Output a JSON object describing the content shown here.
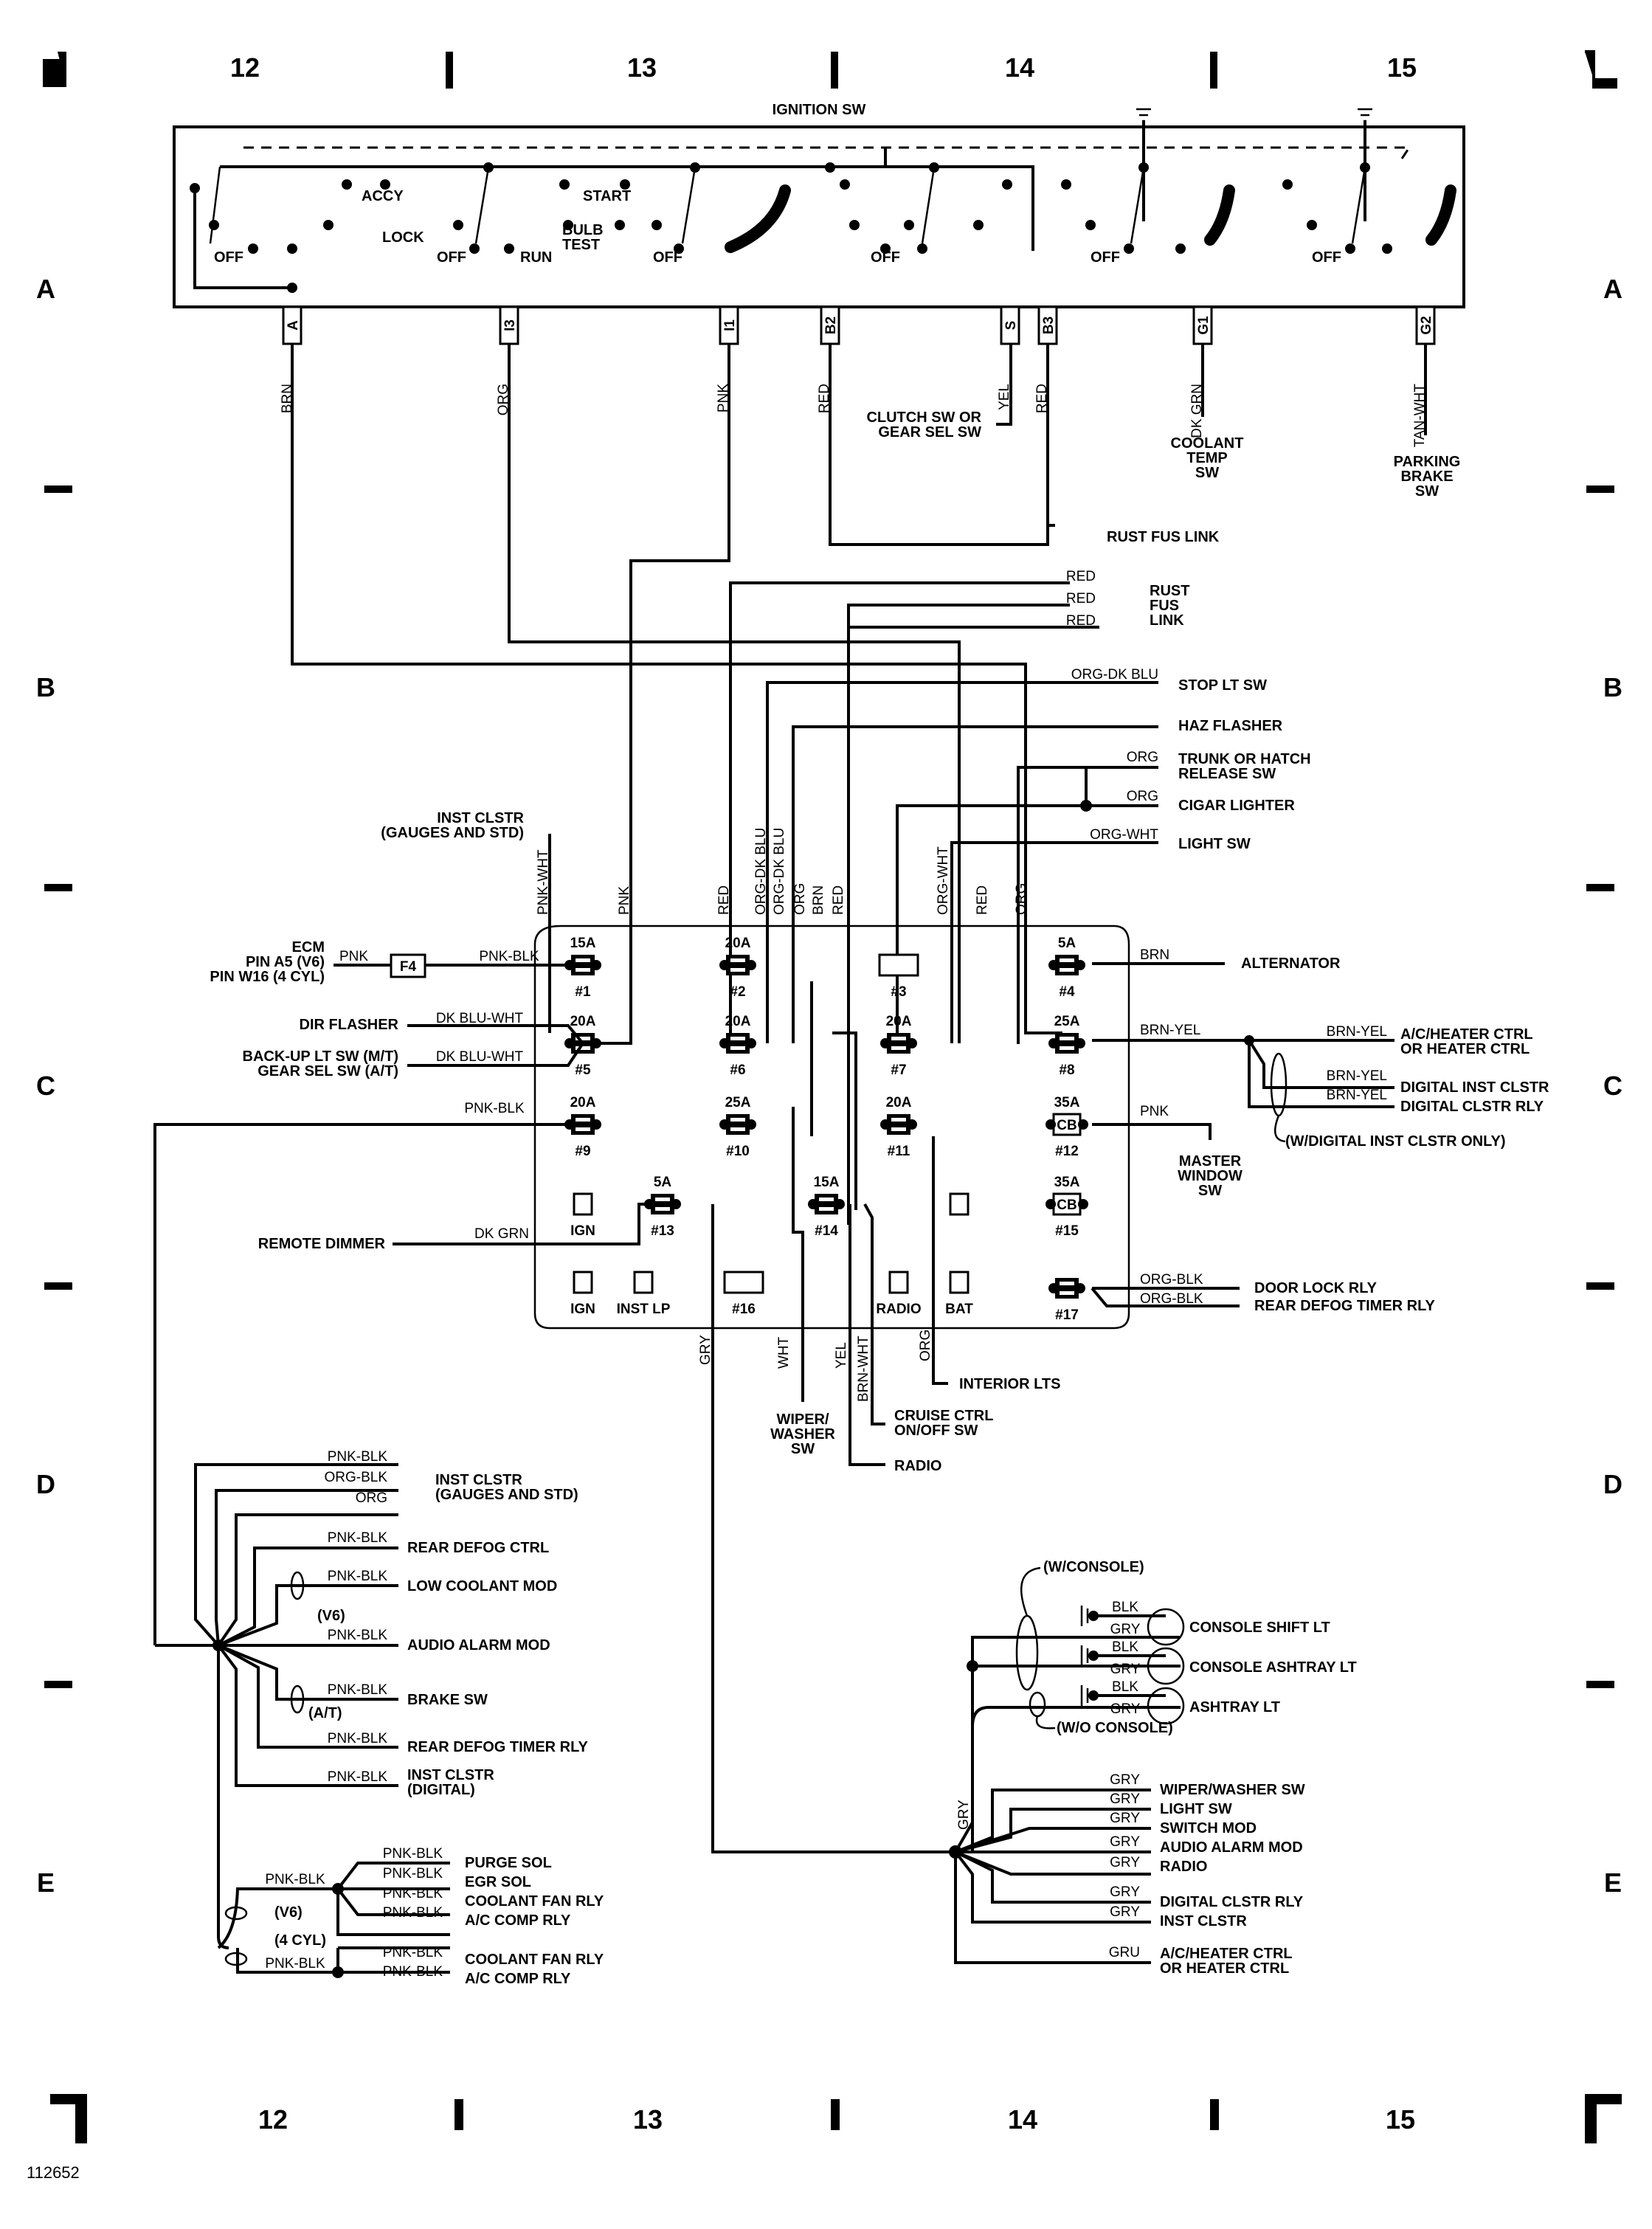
{
  "grid": {
    "columns": [
      "12",
      "13",
      "14",
      "15"
    ],
    "rows": [
      "A",
      "B",
      "C",
      "D",
      "E"
    ]
  },
  "ignition_switch": {
    "title": "IGNITION SW",
    "positions": {
      "accy": "ACCY",
      "start": "START",
      "lock": "LOCK",
      "bulb_test": "BULB TEST",
      "run": "RUN",
      "off": "OFF"
    },
    "terminals": [
      "A",
      "I3",
      "I1",
      "B2",
      "S",
      "B3",
      "G1",
      "G2"
    ],
    "wires": [
      {
        "terminal": "A",
        "color": "BRN"
      },
      {
        "terminal": "I3",
        "color": "ORG"
      },
      {
        "terminal": "I1",
        "color": "PNK"
      },
      {
        "terminal": "B2",
        "color": "RED"
      },
      {
        "terminal": "S",
        "color": "YEL",
        "to": "CLUTCH SW OR GEAR SEL SW"
      },
      {
        "terminal": "B3",
        "color": "RED"
      },
      {
        "terminal": "G1",
        "color": "DK GRN",
        "to": "COOLANT TEMP SW"
      },
      {
        "terminal": "G2",
        "color": "TAN-WHT",
        "to": "PARKING BRAKE SW"
      }
    ]
  },
  "labels": {
    "clutch_sw_1": "CLUTCH SW OR",
    "clutch_sw_2": "GEAR SEL SW",
    "coolant_temp_1": "COOLANT",
    "coolant_temp_2": "TEMP",
    "sw": "SW",
    "parking_1": "PARKING",
    "parking_2": "BRAKE",
    "rust_fus_link": "RUST FUS LINK",
    "rust": "RUST",
    "fus": "FUS",
    "link": "LINK",
    "stop_lt_sw": "STOP LT SW",
    "haz_flasher": "HAZ FLASHER",
    "trunk_1": "TRUNK OR HATCH",
    "trunk_2": "RELEASE SW",
    "cigar_lighter": "CIGAR LIGHTER",
    "light_sw": "LIGHT SW",
    "inst_clstr": "INST CLSTR",
    "gauges_std": "(GAUGES AND STD)",
    "ecm": "ECM",
    "ecm_v6": "PIN A5 (V6)",
    "ecm_4cyl": "PIN W16 (4 CYL)",
    "f4": "F4",
    "dir_flasher": "DIR FLASHER",
    "backup_1": "BACK-UP LT SW (M/T)",
    "backup_2": "GEAR SEL SW (A/T)",
    "alternator": "ALTERNATOR",
    "ac_heater_1": "A/C/HEATER CTRL",
    "ac_heater_2": "OR HEATER CTRL",
    "digital_inst_clstr": "DIGITAL INST CLSTR",
    "digital_clstr_rly": "DIGITAL CLSTR RLY",
    "w_digital": "(W/DIGITAL INST CLSTR ONLY)",
    "master_1": "MASTER",
    "master_2": "WINDOW",
    "remote_dimmer": "REMOTE DIMMER",
    "door_lock_rly": "DOOR LOCK RLY",
    "rear_defog_timer_rly": "REAR DEFOG TIMER RLY",
    "interior_lts": "INTERIOR LTS",
    "wiper_1": "WIPER/",
    "wiper_2": "WASHER",
    "cruise_1": "CRUISE CTRL",
    "cruise_2": "ON/OFF SW",
    "radio": "RADIO",
    "rear_defog_ctrl": "REAR DEFOG CTRL",
    "low_coolant_mod": "LOW COOLANT MOD",
    "v6": "(V6)",
    "audio_alarm_mod": "AUDIO ALARM MOD",
    "brake_sw": "BRAKE SW",
    "at": "(A/T)",
    "digital": "(DIGITAL)",
    "purge_sol": "PURGE SOL",
    "egr_sol": "EGR SOL",
    "coolant_fan_rly": "COOLANT FAN RLY",
    "ac_comp_rly": "A/C COMP RLY",
    "four_cyl": "(4 CYL)",
    "w_console": "(W/CONSOLE)",
    "wo_console": "(W/O CONSOLE)",
    "console_shift_lt": "CONSOLE SHIFT LT",
    "console_ashtray_lt": "CONSOLE ASHTRAY LT",
    "ashtray_lt": "ASHTRAY LT",
    "wiper_washer_sw": "WIPER/WASHER SW",
    "switch_mod": "SWITCH MOD",
    "inst_clstr_plain": "INST CLSTR"
  },
  "wire_colors": {
    "red": "RED",
    "brn": "BRN",
    "org": "ORG",
    "pnk": "PNK",
    "yel": "YEL",
    "dk_grn": "DK GRN",
    "tan_wht": "TAN-WHT",
    "org_dk_blu": "ORG-DK BLU",
    "org_wht": "ORG-WHT",
    "pnk_wht": "PNK-WHT",
    "pnk_blk": "PNK-BLK",
    "dk_blu_wht": "DK BLU-WHT",
    "brn_yel": "BRN-YEL",
    "org_blk": "ORG-BLK",
    "gry": "GRY",
    "gru": "GRU",
    "wht": "WHT",
    "brn_wht": "BRN-WHT",
    "blk": "BLK"
  },
  "fuse_block": {
    "fuses": [
      {
        "id": "#1",
        "rating": "15A"
      },
      {
        "id": "#2",
        "rating": "20A"
      },
      {
        "id": "#3",
        "rating": ""
      },
      {
        "id": "#4",
        "rating": "5A"
      },
      {
        "id": "#5",
        "rating": "20A"
      },
      {
        "id": "#6",
        "rating": "20A"
      },
      {
        "id": "#7",
        "rating": "20A"
      },
      {
        "id": "#8",
        "rating": "25A"
      },
      {
        "id": "#9",
        "rating": "20A"
      },
      {
        "id": "#10",
        "rating": "25A"
      },
      {
        "id": "#11",
        "rating": "20A"
      },
      {
        "id": "#12",
        "rating": "35A",
        "type": "CB"
      },
      {
        "id": "#13",
        "rating": "5A"
      },
      {
        "id": "#14",
        "rating": "15A"
      },
      {
        "id": "#15",
        "rating": "35A",
        "type": "CB"
      },
      {
        "id": "#16",
        "rating": ""
      },
      {
        "id": "#17",
        "rating": ""
      }
    ],
    "cb": "CB",
    "slots": {
      "ign": "IGN",
      "inst_lp": "INST LP",
      "radio": "RADIO",
      "bat": "BAT"
    }
  },
  "footer": {
    "figure_id": "112652"
  }
}
